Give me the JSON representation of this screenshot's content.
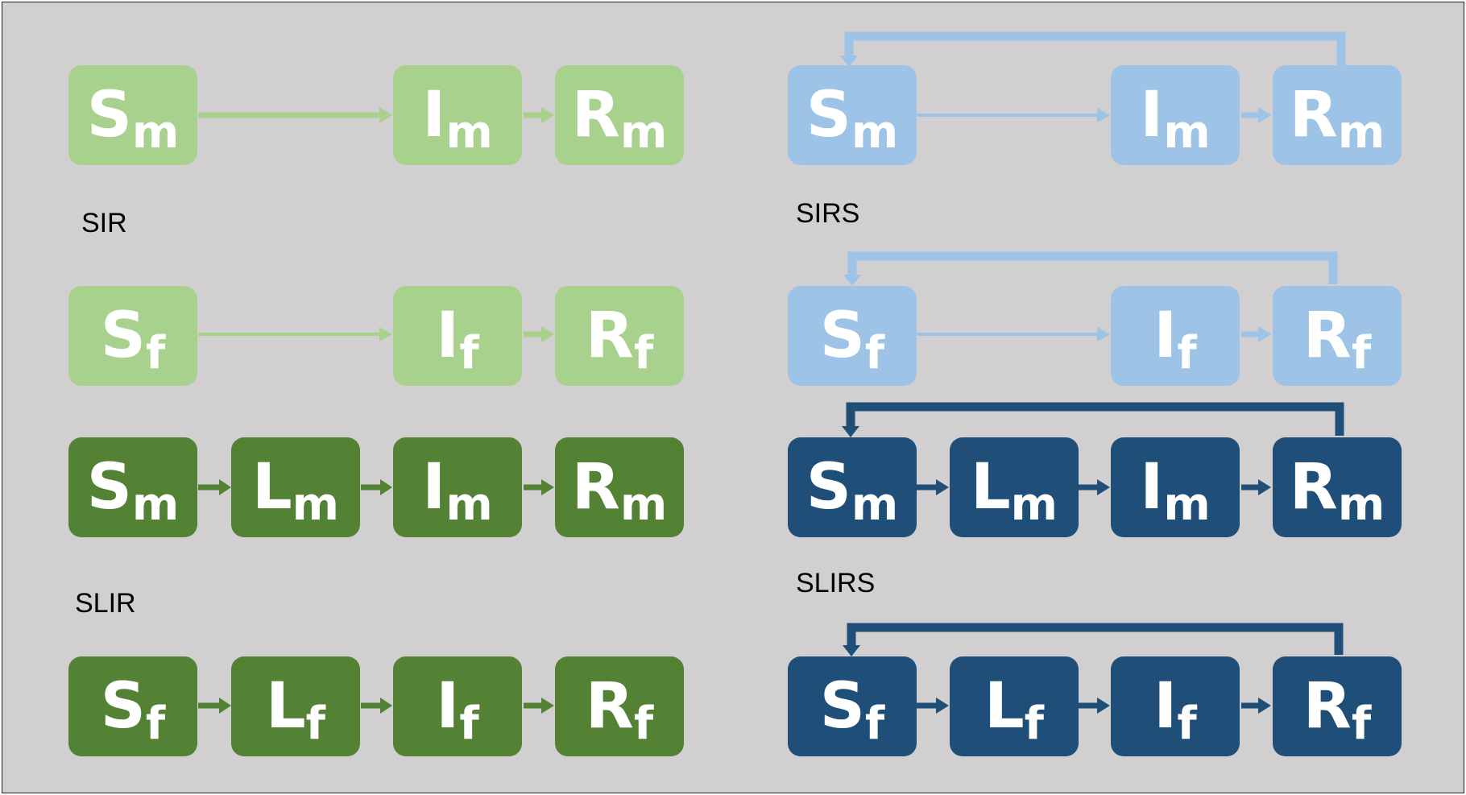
{
  "colors": {
    "light_green": "#a9d18e",
    "dark_green": "#548235",
    "light_blue": "#9dc3e6",
    "dark_blue": "#1f4e79",
    "background": "#d1cfd0"
  },
  "labels": {
    "sir": "SIR",
    "sirs": "SIRS",
    "slir": "SLIR",
    "slirs": "SLIRS"
  },
  "nodes": {
    "sir_m": [
      {
        "letter": "S",
        "sub": "m"
      },
      {
        "letter": "I",
        "sub": "m"
      },
      {
        "letter": "R",
        "sub": "m"
      }
    ],
    "sir_f": [
      {
        "letter": "S",
        "sub": "f"
      },
      {
        "letter": "I",
        "sub": "f"
      },
      {
        "letter": "R",
        "sub": "f"
      }
    ],
    "slir_m": [
      {
        "letter": "S",
        "sub": "m"
      },
      {
        "letter": "L",
        "sub": "m"
      },
      {
        "letter": "I",
        "sub": "m"
      },
      {
        "letter": "R",
        "sub": "m"
      }
    ],
    "slir_f": [
      {
        "letter": "S",
        "sub": "f"
      },
      {
        "letter": "L",
        "sub": "f"
      },
      {
        "letter": "I",
        "sub": "f"
      },
      {
        "letter": "R",
        "sub": "f"
      }
    ],
    "sirs_m": [
      {
        "letter": "S",
        "sub": "m"
      },
      {
        "letter": "I",
        "sub": "m"
      },
      {
        "letter": "R",
        "sub": "m"
      }
    ],
    "sirs_f": [
      {
        "letter": "S",
        "sub": "f"
      },
      {
        "letter": "I",
        "sub": "f"
      },
      {
        "letter": "R",
        "sub": "f"
      }
    ],
    "slirs_m": [
      {
        "letter": "S",
        "sub": "m"
      },
      {
        "letter": "L",
        "sub": "m"
      },
      {
        "letter": "I",
        "sub": "m"
      },
      {
        "letter": "R",
        "sub": "m"
      }
    ],
    "slirs_f": [
      {
        "letter": "S",
        "sub": "f"
      },
      {
        "letter": "L",
        "sub": "f"
      },
      {
        "letter": "I",
        "sub": "f"
      },
      {
        "letter": "R",
        "sub": "f"
      }
    ]
  }
}
